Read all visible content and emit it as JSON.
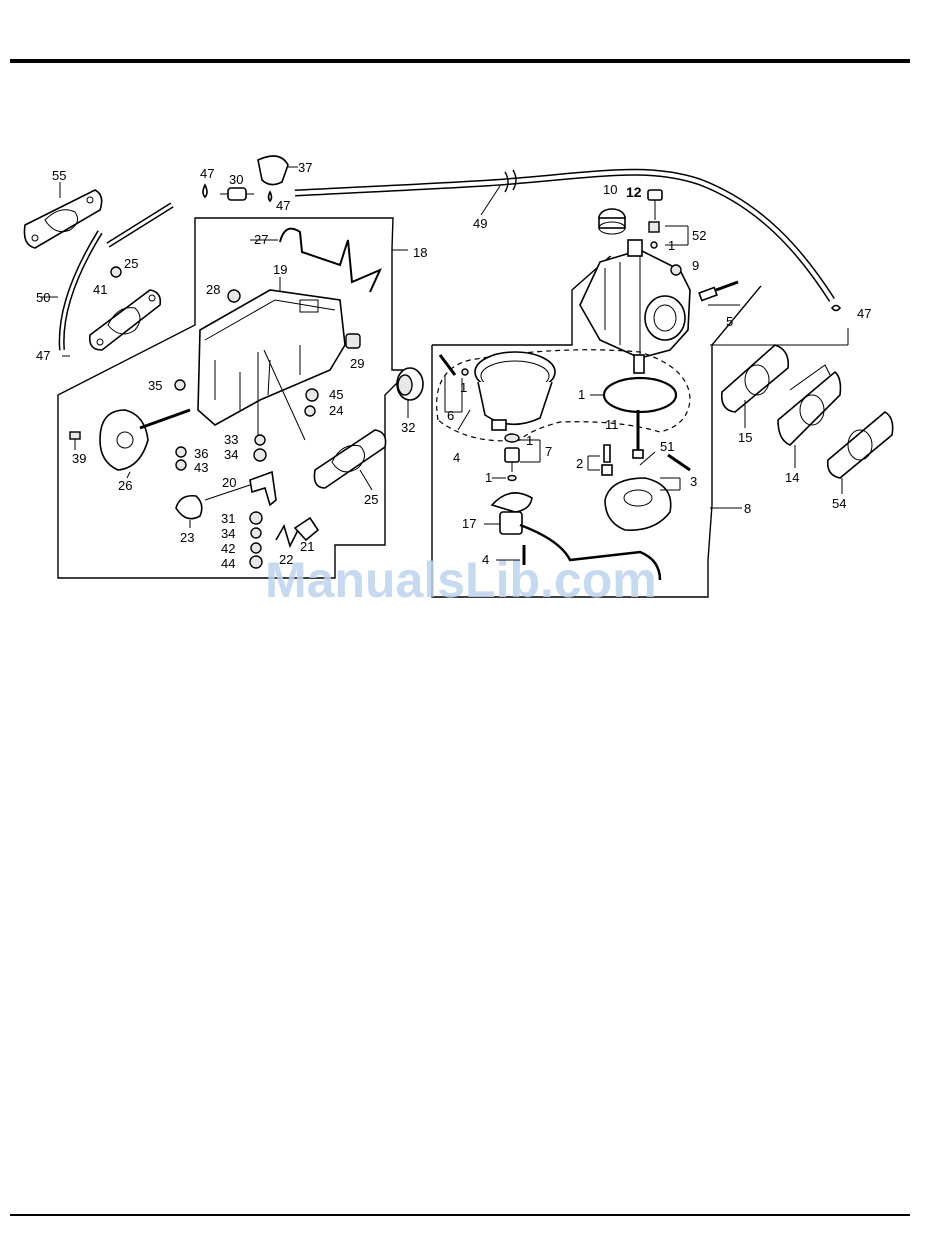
{
  "diagram": {
    "watermark": "ManualsLib.com",
    "callouts": {
      "c55": "55",
      "c47a": "47",
      "c30": "30",
      "c37": "37",
      "c47b": "47",
      "c49": "49",
      "c10": "10",
      "c12": "12",
      "c52": "52",
      "c1a": "1",
      "c9": "9",
      "c5": "5",
      "c47c": "47",
      "c27": "27",
      "c18": "18",
      "c19": "19",
      "c28": "28",
      "c25a": "25",
      "c41": "41",
      "c50": "50",
      "c47d": "47",
      "c29": "29",
      "c35": "35",
      "c45": "45",
      "c24": "24",
      "c32": "32",
      "c1b": "1",
      "c6": "6",
      "c1c": "1",
      "c15": "15",
      "c14": "14",
      "c54": "54",
      "c39": "39",
      "c26": "26",
      "c36": "36",
      "c43": "43",
      "c33": "33",
      "c34a": "34",
      "c20": "20",
      "c23": "23",
      "c31": "31",
      "c34b": "34",
      "c42": "42",
      "c44": "44",
      "c22": "22",
      "c21": "21",
      "c25b": "25",
      "c4a": "4",
      "c1d": "1",
      "c7": "7",
      "c11": "11",
      "c51": "51",
      "c2": "2",
      "c1e": "1",
      "c3": "3",
      "c8": "8",
      "c17": "17",
      "c4b": "4"
    }
  }
}
